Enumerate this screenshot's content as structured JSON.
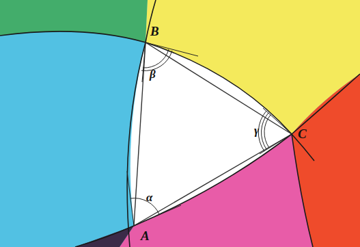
{
  "diagram": {
    "labels": [
      "B",
      "β",
      "γ",
      "C",
      "α",
      "A"
    ]
  }
}
